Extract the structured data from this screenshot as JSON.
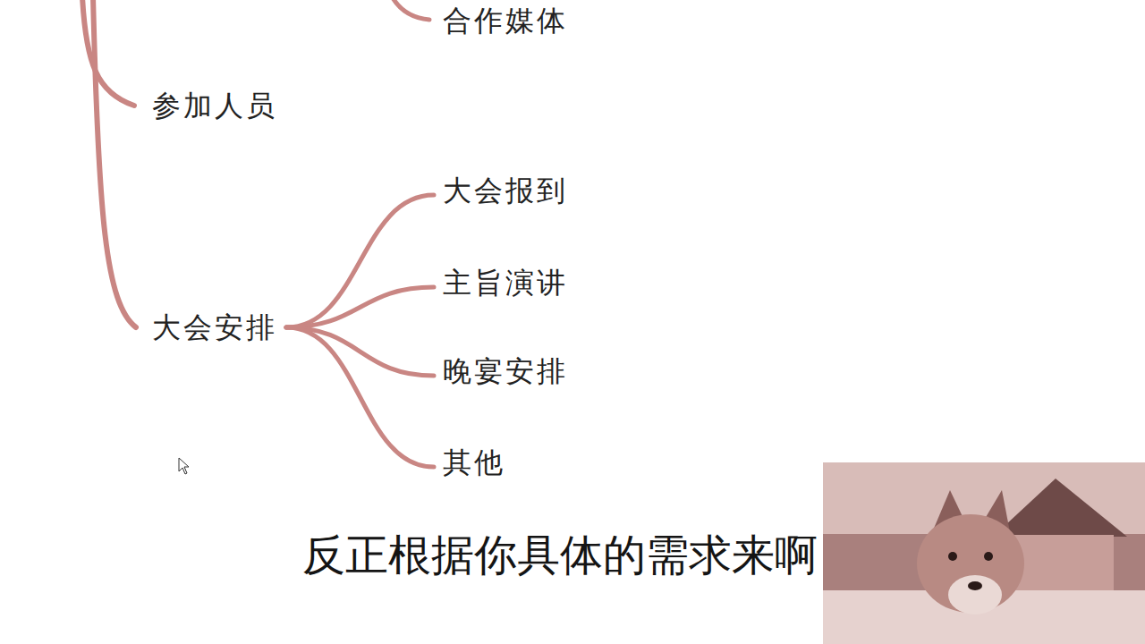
{
  "diagram": {
    "nodes": [
      {
        "text": [
          "合作媒体"
        ]
      },
      {
        "text": [
          "参加人员"
        ]
      },
      {
        "text": [
          "大会安排"
        ]
      },
      {
        "text": [
          "大会报到"
        ]
      },
      {
        "text": [
          "主旨演讲"
        ]
      },
      {
        "text": [
          "晚宴安排"
        ]
      },
      {
        "text": [
          "其他"
        ]
      }
    ],
    "edges": [
      {
        "from": 2,
        "to": 3,
        "arrow": "none"
      },
      {
        "from": 2,
        "to": 4,
        "arrow": "none"
      },
      {
        "from": 2,
        "to": 5,
        "arrow": "none"
      },
      {
        "from": 2,
        "to": 6,
        "arrow": "none"
      }
    ],
    "labels": [
      "反正根据你具体的需求来啊"
    ]
  }
}
